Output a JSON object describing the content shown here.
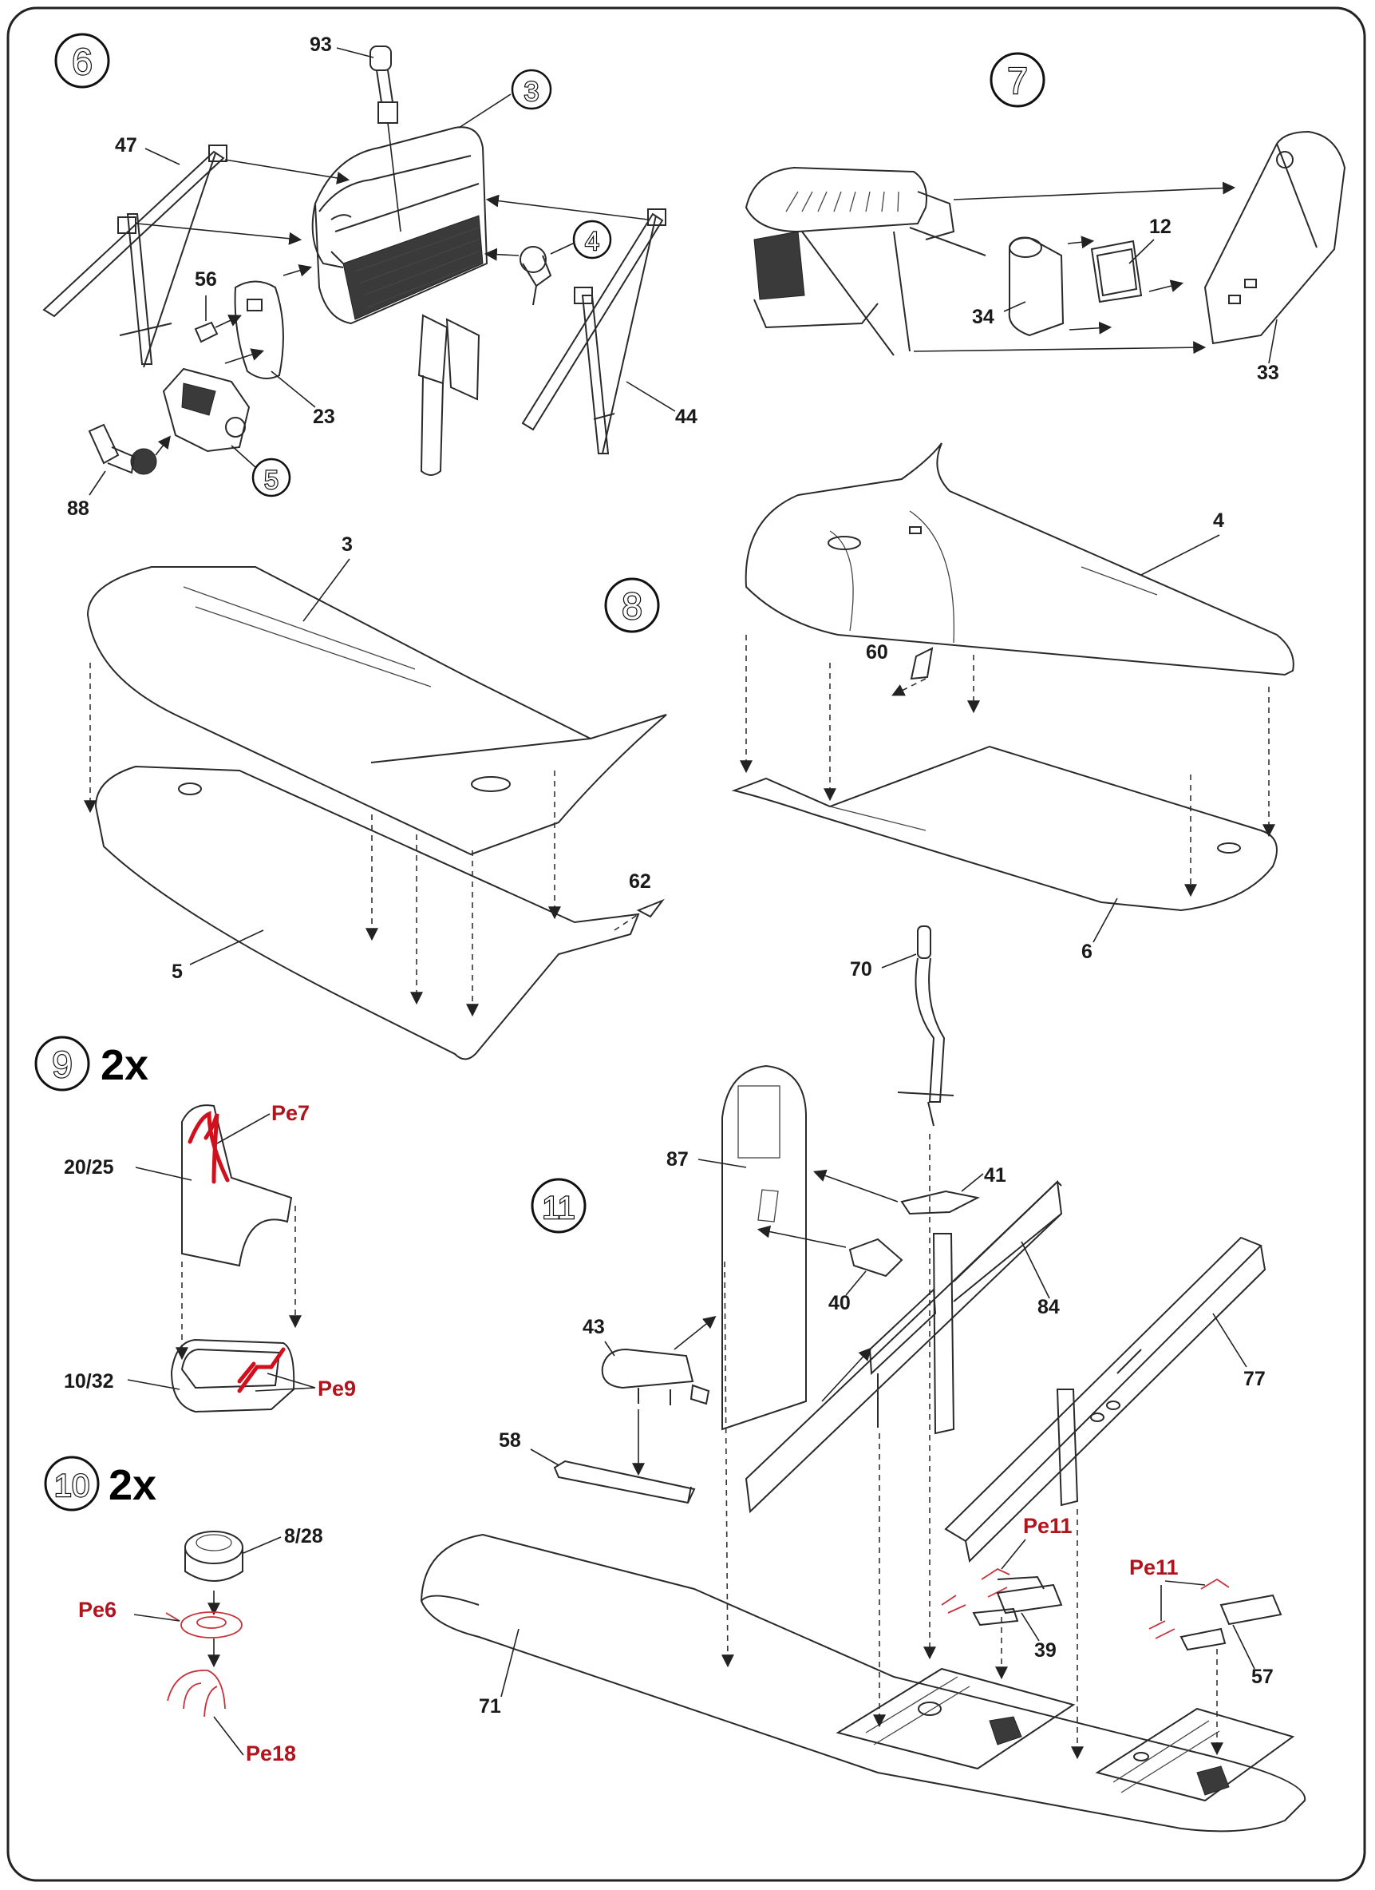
{
  "steps": [
    {
      "id": "6"
    },
    {
      "id": "7"
    },
    {
      "id": "8"
    },
    {
      "id": "9",
      "multiplier": "2x"
    },
    {
      "id": "10",
      "multiplier": "2x"
    },
    {
      "id": "11"
    }
  ],
  "sub_assembly_refs": [
    "3",
    "4",
    "5"
  ],
  "part_labels": {
    "p93": "93",
    "p47": "47",
    "p56": "56",
    "p23": "23",
    "p88": "88",
    "p44": "44",
    "p12": "12",
    "p34": "34",
    "p33": "33",
    "p3": "3",
    "p4": "4",
    "p60": "60",
    "p62": "62",
    "p5": "5",
    "p6": "6",
    "p70": "70",
    "p87": "87",
    "p41": "41",
    "p84": "84",
    "p40": "40",
    "p43": "43",
    "p77": "77",
    "p58": "58",
    "p39": "39",
    "p57": "57",
    "p71": "71",
    "p2025": "20/25",
    "p1032": "10/32",
    "p828": "8/28"
  },
  "photoetch_labels": {
    "pe7": "Pe7",
    "pe9": "Pe9",
    "pe6": "Pe6",
    "pe18": "Pe18",
    "pe11a": "Pe11",
    "pe11b": "Pe11"
  },
  "colors": {
    "photoetch_label": "#b0141c",
    "seatbelt": "#d0101c",
    "line": "#2a2a2a"
  }
}
